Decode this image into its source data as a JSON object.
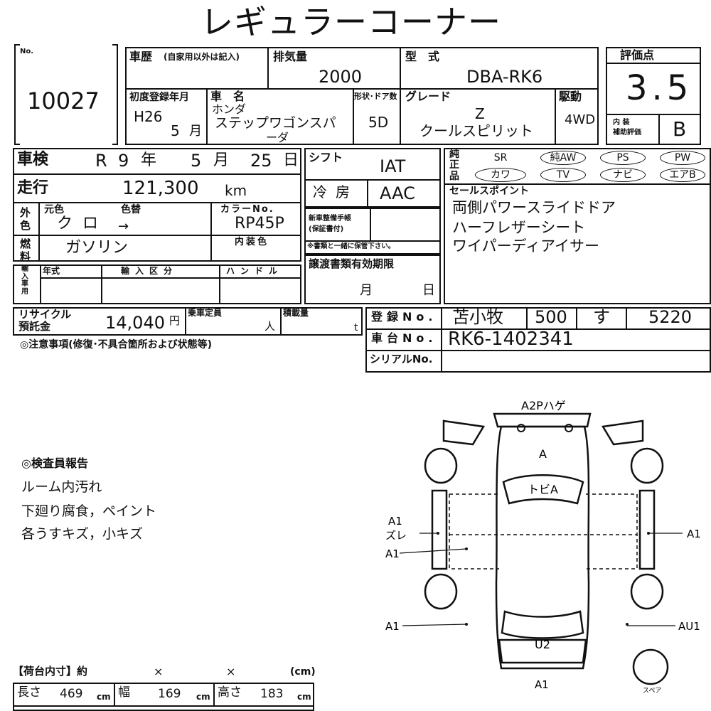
{
  "title": "レギュラーコーナー",
  "lot": {
    "no_label": "No.",
    "number": "10027"
  },
  "history": {
    "label": "車歴",
    "note": "(自家用以外は記入)"
  },
  "displacement": {
    "label": "排気量",
    "value": "2000"
  },
  "model": {
    "label": "型　式",
    "value": "DBA-RK6"
  },
  "score": {
    "label": "評価点",
    "value": "3.5"
  },
  "interior": {
    "label": "内 装\n補助評価",
    "value": "B"
  },
  "first_reg": {
    "label": "初度登録年月",
    "era": "H26",
    "month": "5",
    "month_unit": "月"
  },
  "car_name": {
    "label": "車　名",
    "maker": "ホンダ",
    "name_line1": "ステップワゴンスパ",
    "name_line2": "ーダ"
  },
  "shape": {
    "label": "形状･ドア数",
    "value": "5D"
  },
  "grade": {
    "label": "グレード",
    "line1": "Z",
    "line2": "クールスピリット"
  },
  "drive": {
    "label": "駆動",
    "value": "4WD"
  },
  "inspection": {
    "label": "車検",
    "era": "R",
    "year": "9",
    "year_unit": "年",
    "month": "5",
    "month_unit": "月",
    "day": "25",
    "day_unit": "日"
  },
  "mileage": {
    "label": "走行",
    "value": "121,300",
    "unit": "km"
  },
  "exterior_color": {
    "label": "外\n色",
    "orig_label": "元色",
    "change_label": "色替",
    "orig_value": "クロ",
    "arrow": "→"
  },
  "color_no": {
    "label": "カラーNo.",
    "value": "RP45P"
  },
  "fuel": {
    "label": "燃\n料",
    "value": "ガソリン"
  },
  "interior_color": {
    "label": "内装色"
  },
  "import": {
    "label": "輸\n入\n車\n用",
    "year_label": "年式",
    "type_label": "輸入区分",
    "handle_label": "ハンドル"
  },
  "shift": {
    "label": "シフト",
    "value": "IAT"
  },
  "ac": {
    "label": "冷房",
    "value": "AAC"
  },
  "manual": {
    "label": "新車整備手帳\n(保証書付)",
    "note": "※書類と一緒に保管下さい。"
  },
  "transfer_docs": {
    "label": "譲渡書類有効期限",
    "month_unit": "月",
    "day_unit": "日"
  },
  "genuine": {
    "label": "純\n正\n品",
    "items": [
      "SR",
      "純AW",
      "PS",
      "PW",
      "カワ",
      "TV",
      "ナビ",
      "エアB"
    ]
  },
  "sales_points": {
    "label": "セールスポイント",
    "lines": [
      "両側パワースライドドア",
      "ハーフレザーシート",
      "ワイパーディアイサー"
    ]
  },
  "recycle": {
    "label": "リサイクル\n預託金",
    "value": "14,040",
    "unit": "円"
  },
  "capacity": {
    "label": "乗車定員",
    "unit": "人"
  },
  "load": {
    "label": "積載量",
    "unit": "t"
  },
  "registration": {
    "label": "登録No.",
    "area": "苫小牧",
    "class": "500",
    "kana": "す",
    "number": "5220"
  },
  "chassis": {
    "label": "車台No.",
    "value": "RK6-1402341"
  },
  "serial": {
    "label": "シリアルNo."
  },
  "caution": {
    "label": "◎注意事項(修復･不具合箇所および状態等)"
  },
  "inspector": {
    "label": "◎検査員報告",
    "lines": [
      "ルーム内汚れ",
      "下廻り腐食，ペイント",
      "各うすキズ，小キズ"
    ]
  },
  "cargo": {
    "label": "【荷台内寸】約",
    "x1": "×",
    "x2": "×",
    "unit": "(cm)",
    "length_label": "長さ",
    "length": "469",
    "width_label": "幅",
    "width": "169",
    "height_label": "高さ",
    "height": "183",
    "cm": "cm"
  },
  "diagram": {
    "top": "A2Pハゲ",
    "roof": "A",
    "windshield": "トビA",
    "left_upper_a": "A1",
    "left_upper_b": "ズレ",
    "left_mid": "A1",
    "right_mid": "A1",
    "left_low": "A1",
    "right_low": "AU1",
    "rear": "U2",
    "bottom": "A1",
    "spare": "スペア"
  }
}
